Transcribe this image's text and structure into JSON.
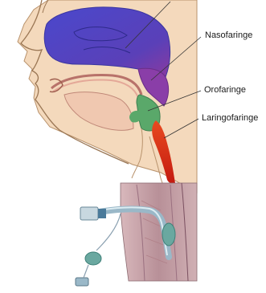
{
  "labels": {
    "nasofaringe": "Nasofaringe",
    "orofaringe": "Orofaringe",
    "laringofaringe": "Laringofaringe"
  },
  "colors": {
    "skin": "#f4d9bc",
    "skin_shadow": "#e8c3a0",
    "outline": "#8a6a4a",
    "nasal_cavity": "#4a45c8",
    "nasopharynx": "#7a3ea8",
    "oropharynx": "#5aa86a",
    "laryngopharynx": "#d62a1a",
    "tube": "#9ab8c8",
    "cuff": "#6aa8a0",
    "neck_tissue": "#c9a7b0"
  }
}
